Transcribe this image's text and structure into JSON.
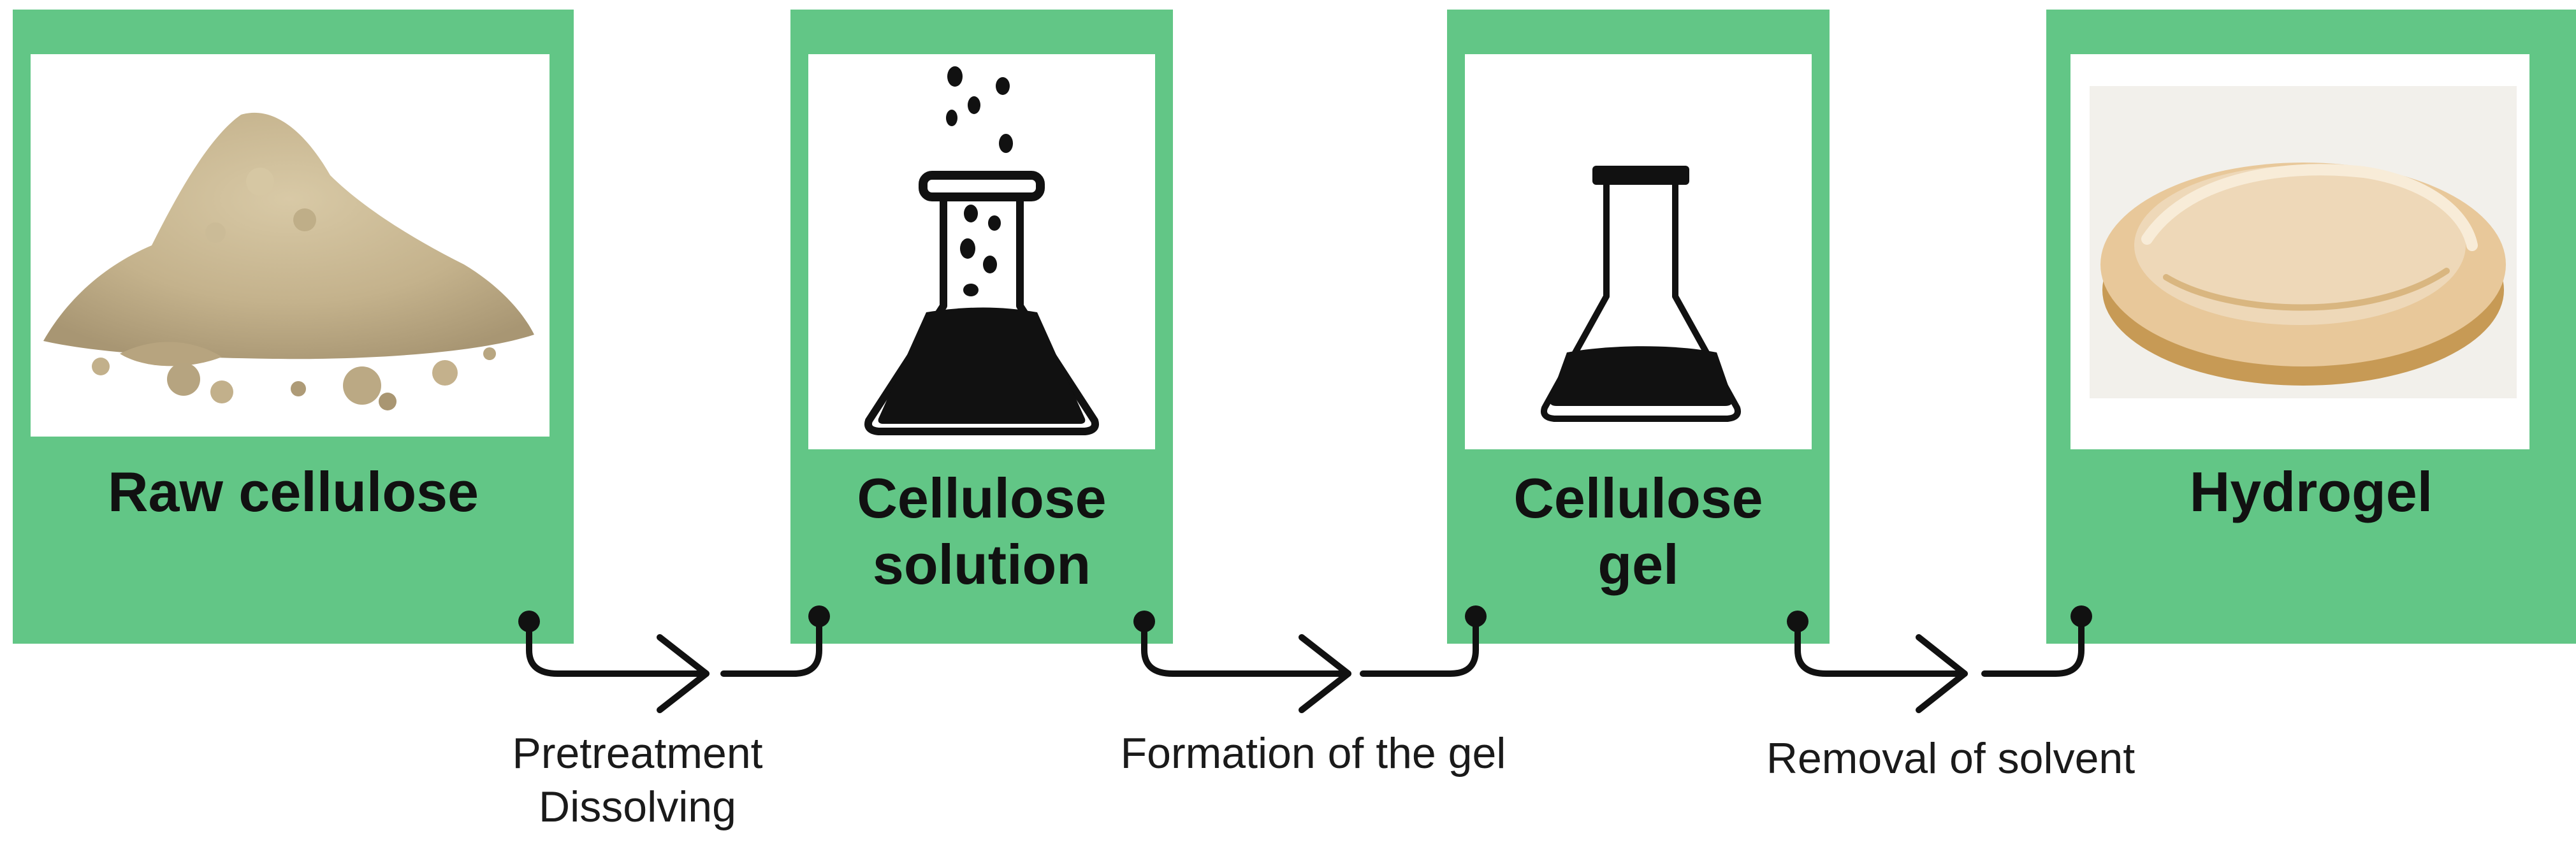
{
  "stages": [
    {
      "id": "raw-cellulose",
      "title_lines": [
        "Raw cellulose"
      ],
      "image": "cellulose-powder-pile"
    },
    {
      "id": "cellulose-solution",
      "title_lines": [
        "Cellulose",
        "solution"
      ],
      "image": "bubbling-erlenmeyer-flask-icon"
    },
    {
      "id": "cellulose-gel",
      "title_lines": [
        "Cellulose",
        "gel"
      ],
      "image": "stoppered-erlenmeyer-flask-icon"
    },
    {
      "id": "hydrogel",
      "title_lines": [
        "Hydrogel"
      ],
      "image": "hydrogel-disc-photo"
    }
  ],
  "steps": [
    {
      "id": "pretreatment-dissolving",
      "label_lines": [
        "Pretreatment",
        "Dissolving"
      ]
    },
    {
      "id": "formation-of-gel",
      "label_lines": [
        "Formation of the gel"
      ]
    },
    {
      "id": "removal-of-solvent",
      "label_lines": [
        "Removal of solvent"
      ]
    }
  ],
  "colors": {
    "card": "#62c686",
    "ink": "#111111",
    "powder": "#c8b692",
    "hydrogel": "#e8c89a"
  }
}
